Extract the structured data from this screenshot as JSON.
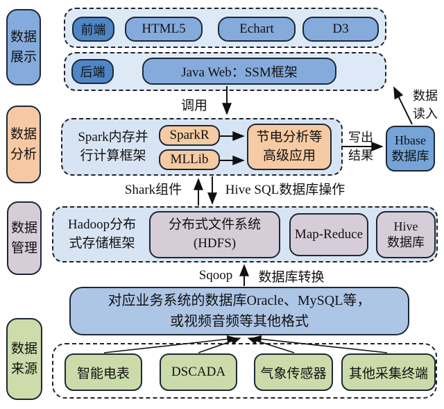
{
  "side_labels": {
    "display": "数据\n展示",
    "analysis": "数据\n分析",
    "management": "数据\n管理",
    "source": "数据\n来源"
  },
  "display_layer": {
    "frontend_tag": "前端",
    "frontend_items": [
      {
        "label": "HTML5"
      },
      {
        "label": "Echart"
      },
      {
        "label": "D3"
      }
    ],
    "backend_tag": "后端",
    "backend_framework": "Java Web：SSM框架"
  },
  "analysis_layer": {
    "framework": "Spark内存并\n行计算框架",
    "components": [
      {
        "label": "SparkR"
      },
      {
        "label": "MLLib"
      }
    ],
    "application": "节电分析等\n高级应用",
    "hbase": "Hbase\n数据库"
  },
  "management_layer": {
    "framework": "Hadoop分布\n式存储框架",
    "hdfs": "分布式文件系统\n(HDFS)",
    "mapreduce": "Map-Reduce",
    "hive": "Hive\n数据库"
  },
  "source_layer": {
    "database_box": "对应业务系统的数据库Oracle、MySQL等，\n或视频音频等其他格式",
    "terminals": [
      {
        "label": "智能电表"
      },
      {
        "label": "DSCADA"
      },
      {
        "label": "气象传感器"
      },
      {
        "label": "其他采集终端"
      }
    ]
  },
  "arrow_labels": {
    "call": "调用",
    "data_read": "数据\n读入",
    "write_result": "写出\n结果",
    "shark": "Shark组件",
    "hive_sql": "Hive SQL数据库操作",
    "sqoop": "Sqoop",
    "db_convert": "数据库转换"
  },
  "colors": {
    "dark_blue": "#4e86c6",
    "mid_blue": "#85abdd",
    "hbase_blue": "#74a4d8",
    "big_box_blue": "#aec6e6",
    "panel_blue": "#d7e4f3",
    "panel_blue_light": "#dde9f7",
    "peach": "#f6caa2",
    "purple": "#d7cdd9",
    "green": "#ccdbaa",
    "border_dark": "#1c2735"
  }
}
